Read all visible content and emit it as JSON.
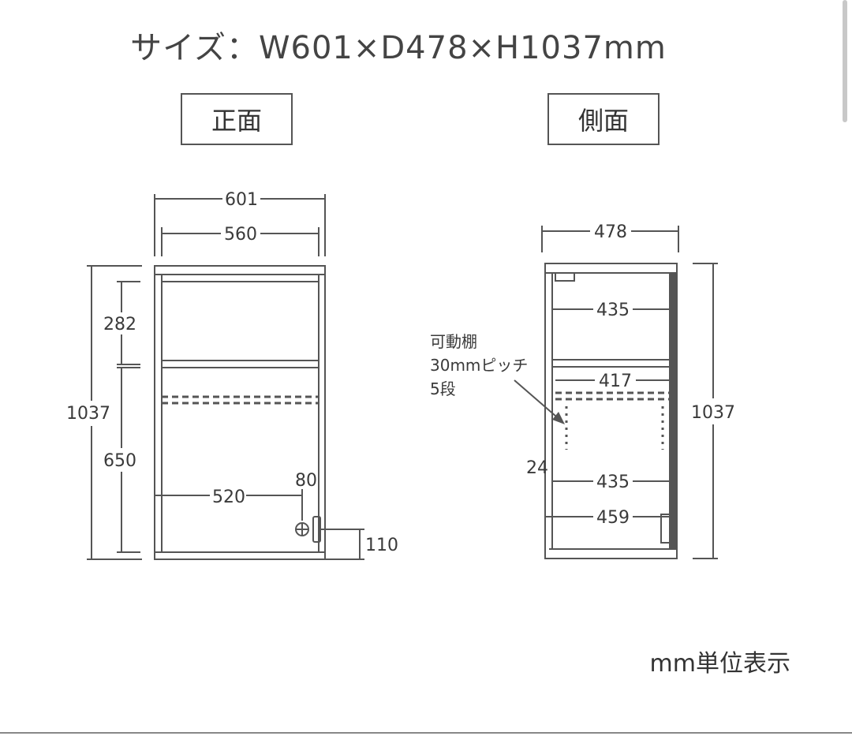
{
  "title": "サイズ：W601×D478×H1037mm",
  "views": {
    "front": "正面",
    "side": "側面"
  },
  "front_dims": {
    "width_outer": "601",
    "width_inner": "560",
    "height_total": "1037",
    "height_top": "282",
    "height_bottom": "650",
    "inner_depth": "520",
    "hinge_offset": "80",
    "hinge_height": "110"
  },
  "side_dims": {
    "depth_outer": "478",
    "depth_top_shelf": "435",
    "depth_shelf": "417",
    "depth_lower": "435",
    "depth_bottom": "459",
    "height_total": "1037",
    "offset": "24"
  },
  "shelf_note": {
    "line1": "可動棚",
    "line2": "30mmピッチ",
    "line3": "5段"
  },
  "unit_note": "mm単位表示"
}
